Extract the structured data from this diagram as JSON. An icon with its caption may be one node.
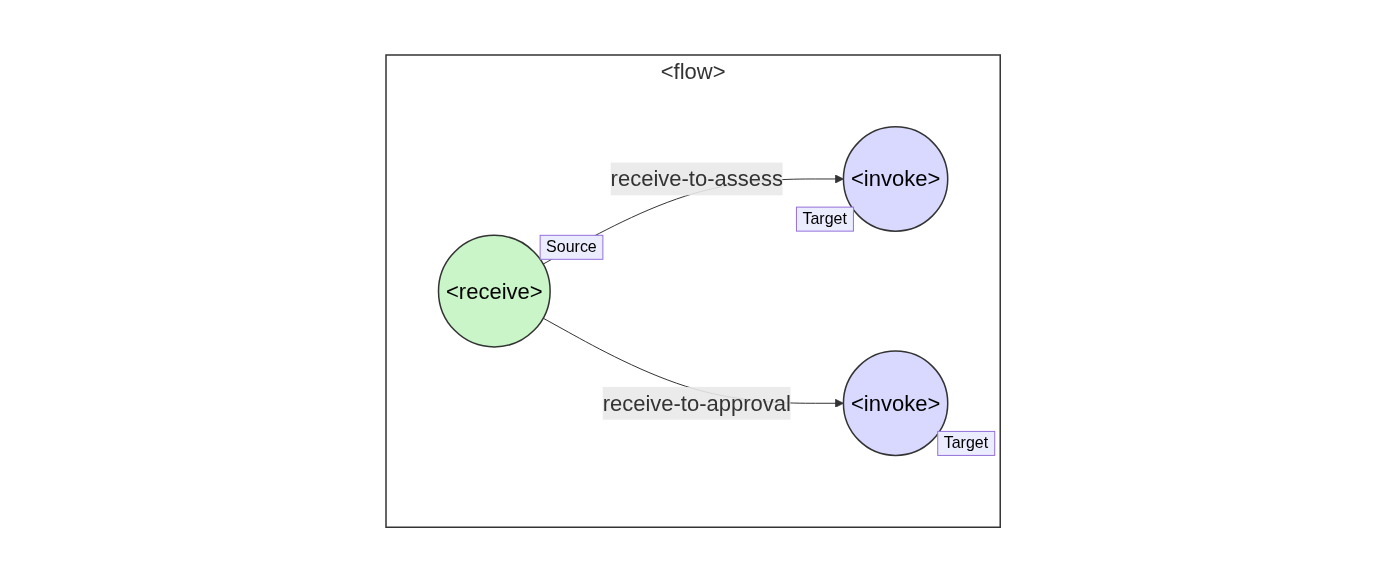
{
  "diagram": {
    "nodes": [
      {
        "text": [
          "<flow>"
        ]
      },
      {
        "text": [
          "<receive>"
        ],
        "in": 0,
        "beside": [
          "Source"
        ]
      },
      {
        "text": [
          "<invoke>"
        ],
        "in": 0,
        "beside": [
          "Target"
        ]
      },
      {
        "text": [
          "<invoke>"
        ],
        "in": 0,
        "beside": [
          "Target"
        ]
      }
    ],
    "edges": [
      {
        "from": 1,
        "to": 2,
        "arrow": "to",
        "label": "receive-to-assess"
      },
      {
        "from": 1,
        "to": 3,
        "arrow": "to",
        "label": "receive-to-approval"
      }
    ]
  }
}
